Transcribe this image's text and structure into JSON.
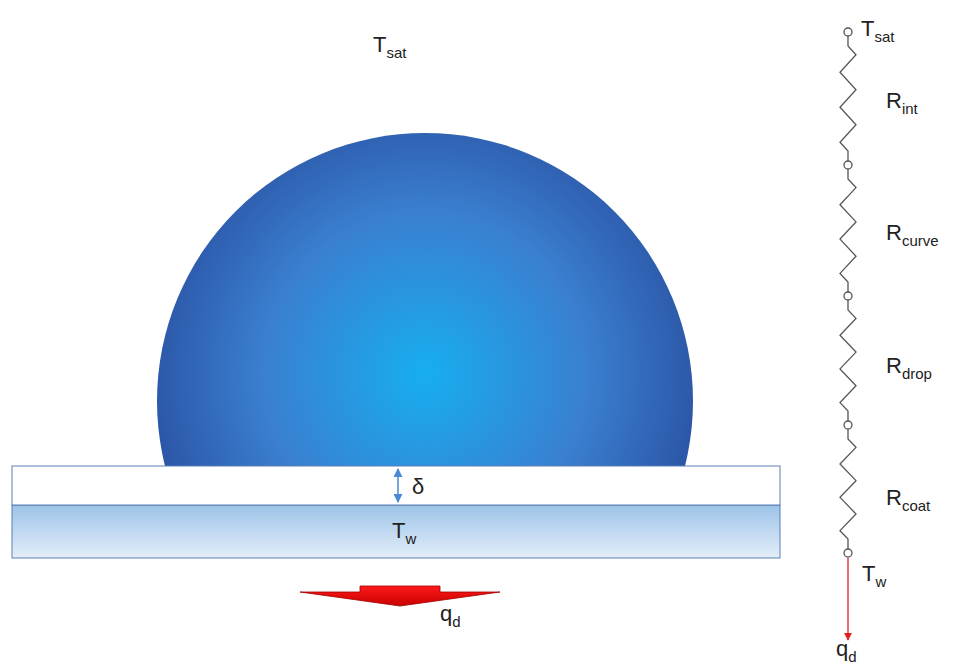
{
  "diagram": {
    "labels": [
      "Tsat",
      "δ",
      "Tw",
      "qd",
      "Tsat",
      "Rint",
      "Rcurve",
      "Rdrop",
      "Rcoat",
      "Tw",
      "qd"
    ]
  }
}
